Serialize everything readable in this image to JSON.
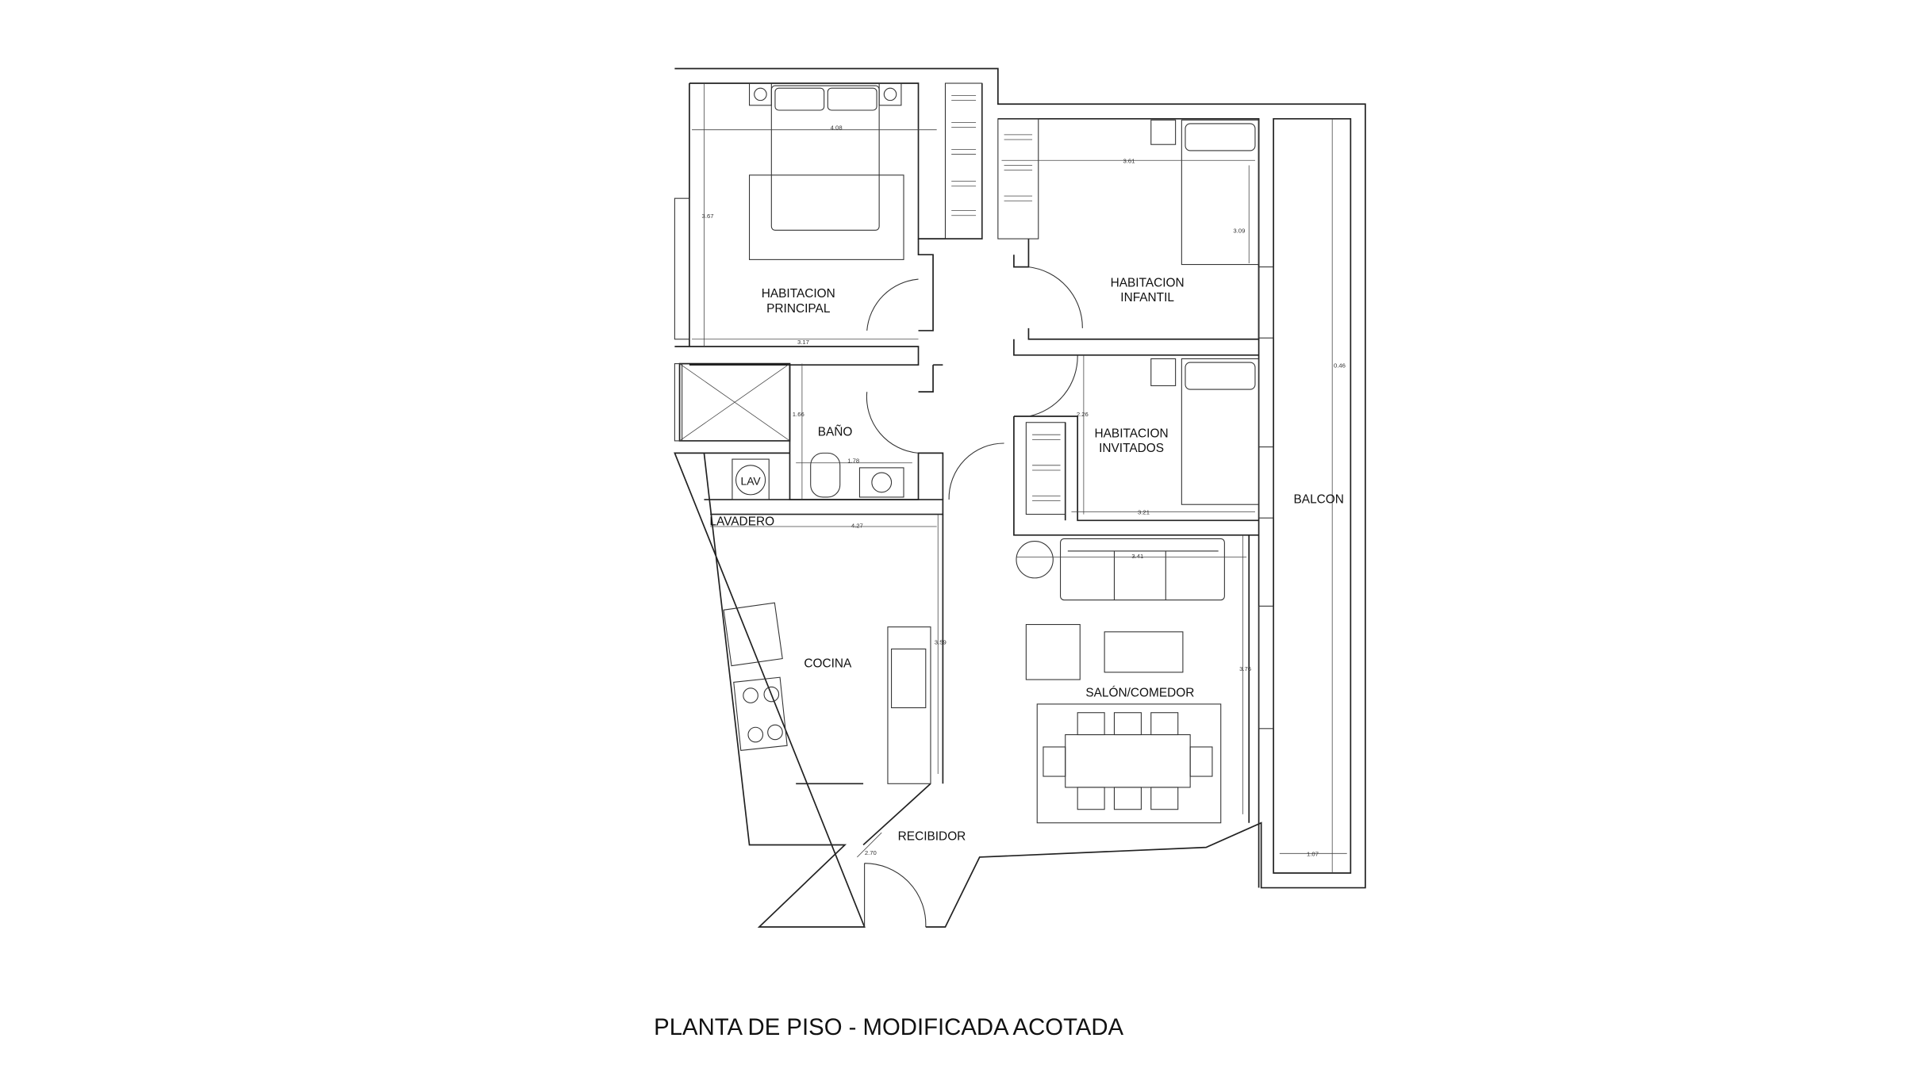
{
  "title": "PLANTA DE PISO - MODIFICADA ACOTADA",
  "rooms": {
    "principal_1": "HABITACION",
    "principal_2": "PRINCIPAL",
    "infantil_1": "HABITACION",
    "infantil_2": "INFANTIL",
    "invitados_1": "HABITACION",
    "invitados_2": "INVITADOS",
    "bano": "BAÑO",
    "lavadero": "LAVADERO",
    "cocina": "COCINA",
    "salon": "SALÓN/COMEDOR",
    "recibidor": "RECIBIDOR",
    "balcon": "BALCON",
    "lav": "LAV"
  },
  "dimensions": {
    "principal_width": "4.08",
    "principal_height": "3.67",
    "principal_bottom": "3.17",
    "infantil_width": "3.61",
    "infantil_height": "3.09",
    "bano_height": "1.66",
    "bano_width": "1.78",
    "invitados_height": "2.26",
    "invitados_width": "3.21",
    "lavadero_width": "4.27",
    "salon_width": "3.41",
    "cocina_height": "3.59",
    "salon_height": "3.76",
    "recibidor_width": "2.70",
    "balcon_width": "1.07",
    "balcon_length": "0.46"
  }
}
